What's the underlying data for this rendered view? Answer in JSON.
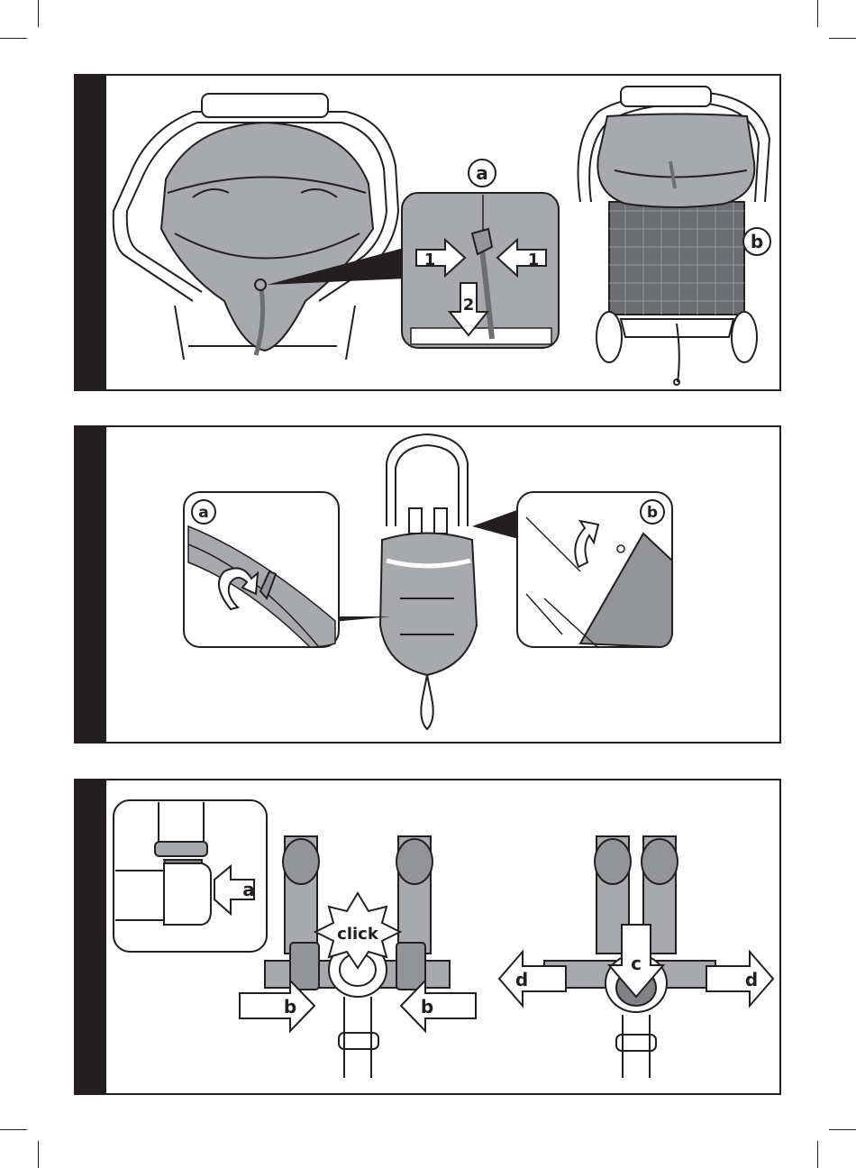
{
  "panel1": {
    "callout_a": "a",
    "callout_b": "b",
    "arrow_left_num": "1",
    "arrow_right_num": "1",
    "arrow_down_num": "2"
  },
  "panel2": {
    "callout_a": "a",
    "callout_b": "b"
  },
  "panel3": {
    "inset_arrow_label": "a",
    "click_text": "click",
    "arrow_b_left": "b",
    "arrow_b_right": "b",
    "arrow_c": "c",
    "arrow_d_left": "d",
    "arrow_d_right": "d"
  },
  "colors": {
    "ink": "#231f20",
    "fabric": "#a7a9ac",
    "fabric_dark": "#939598",
    "mesh": "#6d6e71",
    "button": "#808285"
  }
}
